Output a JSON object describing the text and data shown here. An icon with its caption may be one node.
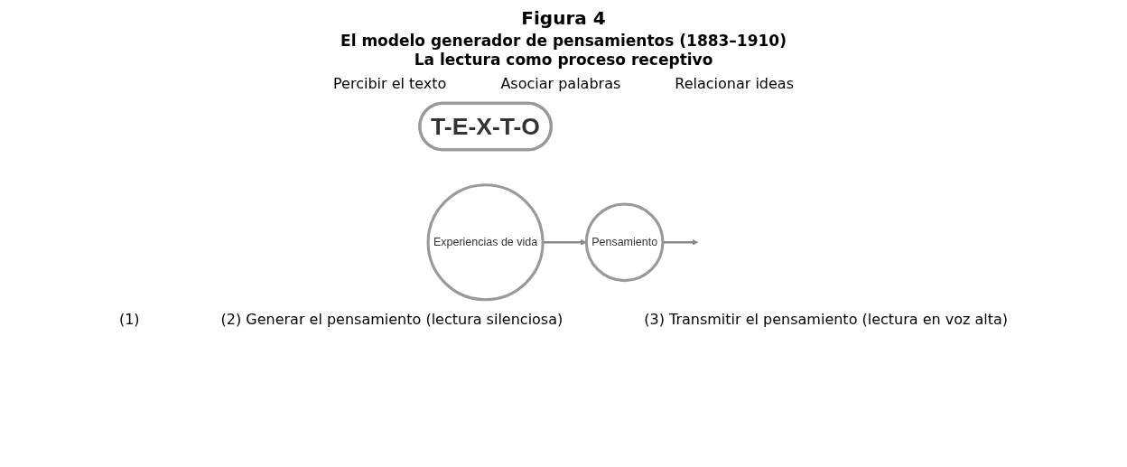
{
  "diagram": {
    "title": "Figura 4",
    "nodes": [
      {
        "text": [
          "T-E-X-T-O"
        ]
      },
      {
        "text": [
          "Experiencias de vida"
        ]
      },
      {
        "text": [
          "Pensamiento"
        ]
      }
    ],
    "edges": [
      {
        "from": 1,
        "to": 2,
        "arrow": "to"
      },
      {
        "from": 2,
        "to": null,
        "arrow": "to"
      }
    ],
    "labels": [
      "El modelo generador de pensamientos (1883–1910)",
      "La lectura como proceso receptivo",
      "Percibir el texto",
      "Asociar palabras",
      "Relacionar ideas",
      "(1)",
      "(2) Generar el pensamiento (lectura silenciosa)",
      "(3) Transmitir el pensamiento (lectura en voz alta)"
    ]
  }
}
